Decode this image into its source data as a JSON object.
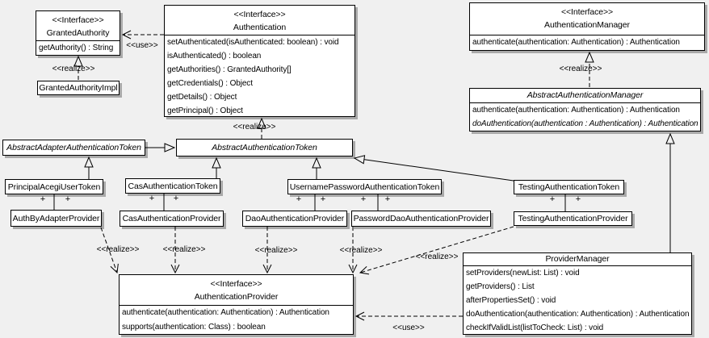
{
  "diagram": {
    "background_color": "#f0f0f0",
    "box_fill": "#ffffff",
    "box_border": "#000000",
    "box_shadow": "#a9a9a9",
    "text_color": "#000000"
  },
  "stereotypes": {
    "interface": "<<Interface>>",
    "use": "<<use>>",
    "realize": "<<realize>>"
  },
  "assoc_marker": "+",
  "classes": {
    "granted_authority": {
      "stereotype": "<<Interface>>",
      "name": "GrantedAuthority",
      "methods": [
        "getAuthority() : String"
      ]
    },
    "granted_authority_impl": {
      "name": "GrantedAuthorityImpl"
    },
    "authentication": {
      "stereotype": "<<Interface>>",
      "name": "Authentication",
      "methods": [
        "setAuthenticated(isAuthenticated: boolean) : void",
        "isAuthenticated() : boolean",
        "getAuthorities() : GrantedAuthority[]",
        "getCredentials() : Object",
        "getDetails() : Object",
        "getPrincipal() : Object"
      ]
    },
    "authentication_manager": {
      "stereotype": "<<Interface>>",
      "name": "AuthenticationManager",
      "methods": [
        "authenticate(authentication: Authentication) : Authentication"
      ]
    },
    "abstract_authentication_manager": {
      "name": "AbstractAuthenticationManager",
      "abstract": true,
      "methods": [
        "authenticate(authentication: Authentication) : Authentication",
        "doAuthentication(authentication : Authentication) : Authentication"
      ]
    },
    "abstract_adapter_authentication_token": {
      "name": "AbstractAdapterAuthenticationToken",
      "abstract": true
    },
    "abstract_authentication_token": {
      "name": "AbstractAuthenticationToken",
      "abstract": true
    },
    "principal_acegi_user_token": {
      "name": "PrincipalAcegiUserToken"
    },
    "cas_authentication_token": {
      "name": "CasAuthenticationToken"
    },
    "username_password_authentication_token": {
      "name": "UsernamePasswordAuthenticationToken"
    },
    "testing_authentication_token": {
      "name": "TestingAuthenticationToken"
    },
    "auth_by_adapter_provider": {
      "name": "AuthByAdapterProvider"
    },
    "cas_authentication_provider": {
      "name": "CasAuthenticationProvider"
    },
    "dao_authentication_provider": {
      "name": "DaoAuthenticationProvider"
    },
    "password_dao_authentication_provider": {
      "name": "PasswordDaoAuthenticationProvider"
    },
    "testing_authentication_provider": {
      "name": "TestingAuthenticationProvider"
    },
    "authentication_provider": {
      "stereotype": "<<Interface>>",
      "name": "AuthenticationProvider",
      "methods": [
        "authenticate(authentication: Authentication) : Authentication",
        "supports(authentication: Class) : boolean"
      ]
    },
    "provider_manager": {
      "name": "ProviderManager",
      "methods": [
        "setProviders(newList: List) : void",
        "getProviders() : List",
        "afterPropertiesSet() : void",
        "doAuthentication(authentication: Authentication) : Authentication",
        "checkIfValidList(listToCheck: List) : void"
      ]
    }
  },
  "relationships": [
    {
      "type": "use",
      "from": "Authentication",
      "to": "GrantedAuthority"
    },
    {
      "type": "realize",
      "from": "GrantedAuthorityImpl",
      "to": "GrantedAuthority"
    },
    {
      "type": "realize",
      "from": "AbstractAuthenticationToken",
      "to": "Authentication"
    },
    {
      "type": "realize",
      "from": "AbstractAuthenticationManager",
      "to": "AuthenticationManager"
    },
    {
      "type": "generalization",
      "from": "AbstractAdapterAuthenticationToken",
      "to": "AbstractAuthenticationToken"
    },
    {
      "type": "generalization",
      "from": "PrincipalAcegiUserToken",
      "to": "AbstractAdapterAuthenticationToken"
    },
    {
      "type": "generalization",
      "from": "CasAuthenticationToken",
      "to": "AbstractAuthenticationToken"
    },
    {
      "type": "generalization",
      "from": "UsernamePasswordAuthenticationToken",
      "to": "AbstractAuthenticationToken"
    },
    {
      "type": "generalization",
      "from": "TestingAuthenticationToken",
      "to": "AbstractAuthenticationToken"
    },
    {
      "type": "generalization",
      "from": "ProviderManager",
      "to": "AbstractAuthenticationManager"
    },
    {
      "type": "association",
      "from": "PrincipalAcegiUserToken",
      "to": "AuthByAdapterProvider"
    },
    {
      "type": "association",
      "from": "CasAuthenticationToken",
      "to": "CasAuthenticationProvider"
    },
    {
      "type": "association",
      "from": "UsernamePasswordAuthenticationToken",
      "to": "DaoAuthenticationProvider"
    },
    {
      "type": "association",
      "from": "UsernamePasswordAuthenticationToken",
      "to": "PasswordDaoAuthenticationProvider"
    },
    {
      "type": "association",
      "from": "TestingAuthenticationToken",
      "to": "TestingAuthenticationProvider"
    },
    {
      "type": "realize",
      "from": "AuthByAdapterProvider",
      "to": "AuthenticationProvider"
    },
    {
      "type": "realize",
      "from": "CasAuthenticationProvider",
      "to": "AuthenticationProvider"
    },
    {
      "type": "realize",
      "from": "DaoAuthenticationProvider",
      "to": "AuthenticationProvider"
    },
    {
      "type": "realize",
      "from": "PasswordDaoAuthenticationProvider",
      "to": "AuthenticationProvider"
    },
    {
      "type": "realize",
      "from": "TestingAuthenticationProvider",
      "to": "AuthenticationProvider"
    },
    {
      "type": "use",
      "from": "ProviderManager",
      "to": "AuthenticationProvider"
    }
  ]
}
